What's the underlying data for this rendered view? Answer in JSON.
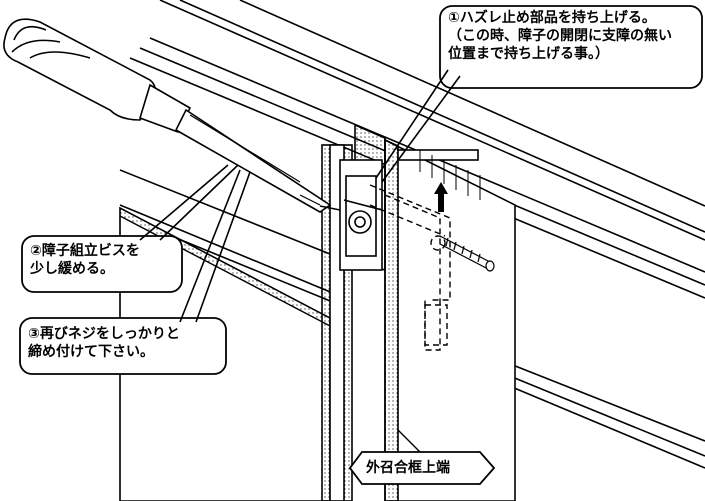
{
  "callouts": {
    "step1": {
      "line1": "①ハズレ止め部品を持ち上げる。",
      "line2": "（この時、障子の開閉に支障の無い",
      "line3": "位置まで持ち上げる事。）"
    },
    "step2": {
      "line1": "②障子組立ビスを",
      "line2": "少し緩める。"
    },
    "step3": {
      "line1": "③再びネジをしっかりと",
      "line2": "締め付けて下さい。"
    },
    "sash_label": "外召合框上端"
  },
  "icons": {
    "up_arrow": "up-arrow-icon",
    "screwdriver": "screwdriver-icon"
  }
}
